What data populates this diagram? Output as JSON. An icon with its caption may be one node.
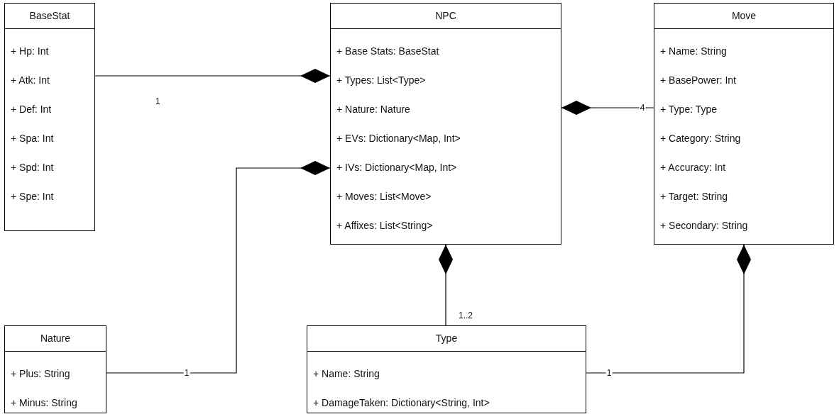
{
  "diagram": {
    "nodes": [
      {
        "text": [
          "BaseStat",
          "+ Hp: Int",
          "+ Atk: Int",
          "+ Def: Int",
          "+ Spa: Int",
          "+ Spd: Int",
          "+ Spe: Int"
        ]
      },
      {
        "text": [
          "NPC",
          "+ Base Stats: BaseStat",
          "+ Types: List<Type>",
          "+ Nature: Nature",
          "+ EVs: Dictionary<Map, Int>",
          "+ IVs: Dictionary<Map, Int>",
          "+ Moves: List<Move>",
          "+ Affixes: List<String>"
        ]
      },
      {
        "text": [
          "Move",
          "+ Name: String",
          "+ BasePower: Int",
          "+ Type: Type",
          "+ Category: String",
          "+ Accuracy: Int",
          "+ Target: String",
          "+ Secondary: String"
        ]
      },
      {
        "text": [
          "Nature",
          "+ Plus: String",
          "+ Minus: String"
        ]
      },
      {
        "text": [
          "Type",
          "+ Name: String",
          "+ DamageTaken: Dictionary<String, Int>"
        ]
      }
    ],
    "edges": [
      {
        "from": 0,
        "to": 1,
        "arrow": "other",
        "label": "1"
      },
      {
        "from": 3,
        "to": 1,
        "arrow": "other",
        "label": "1"
      },
      {
        "from": 4,
        "to": 1,
        "arrow": "other",
        "label": "1..2"
      },
      {
        "from": 2,
        "to": 1,
        "arrow": "other",
        "label": "4"
      },
      {
        "from": 4,
        "to": 2,
        "arrow": "other",
        "label": "1"
      }
    ]
  }
}
